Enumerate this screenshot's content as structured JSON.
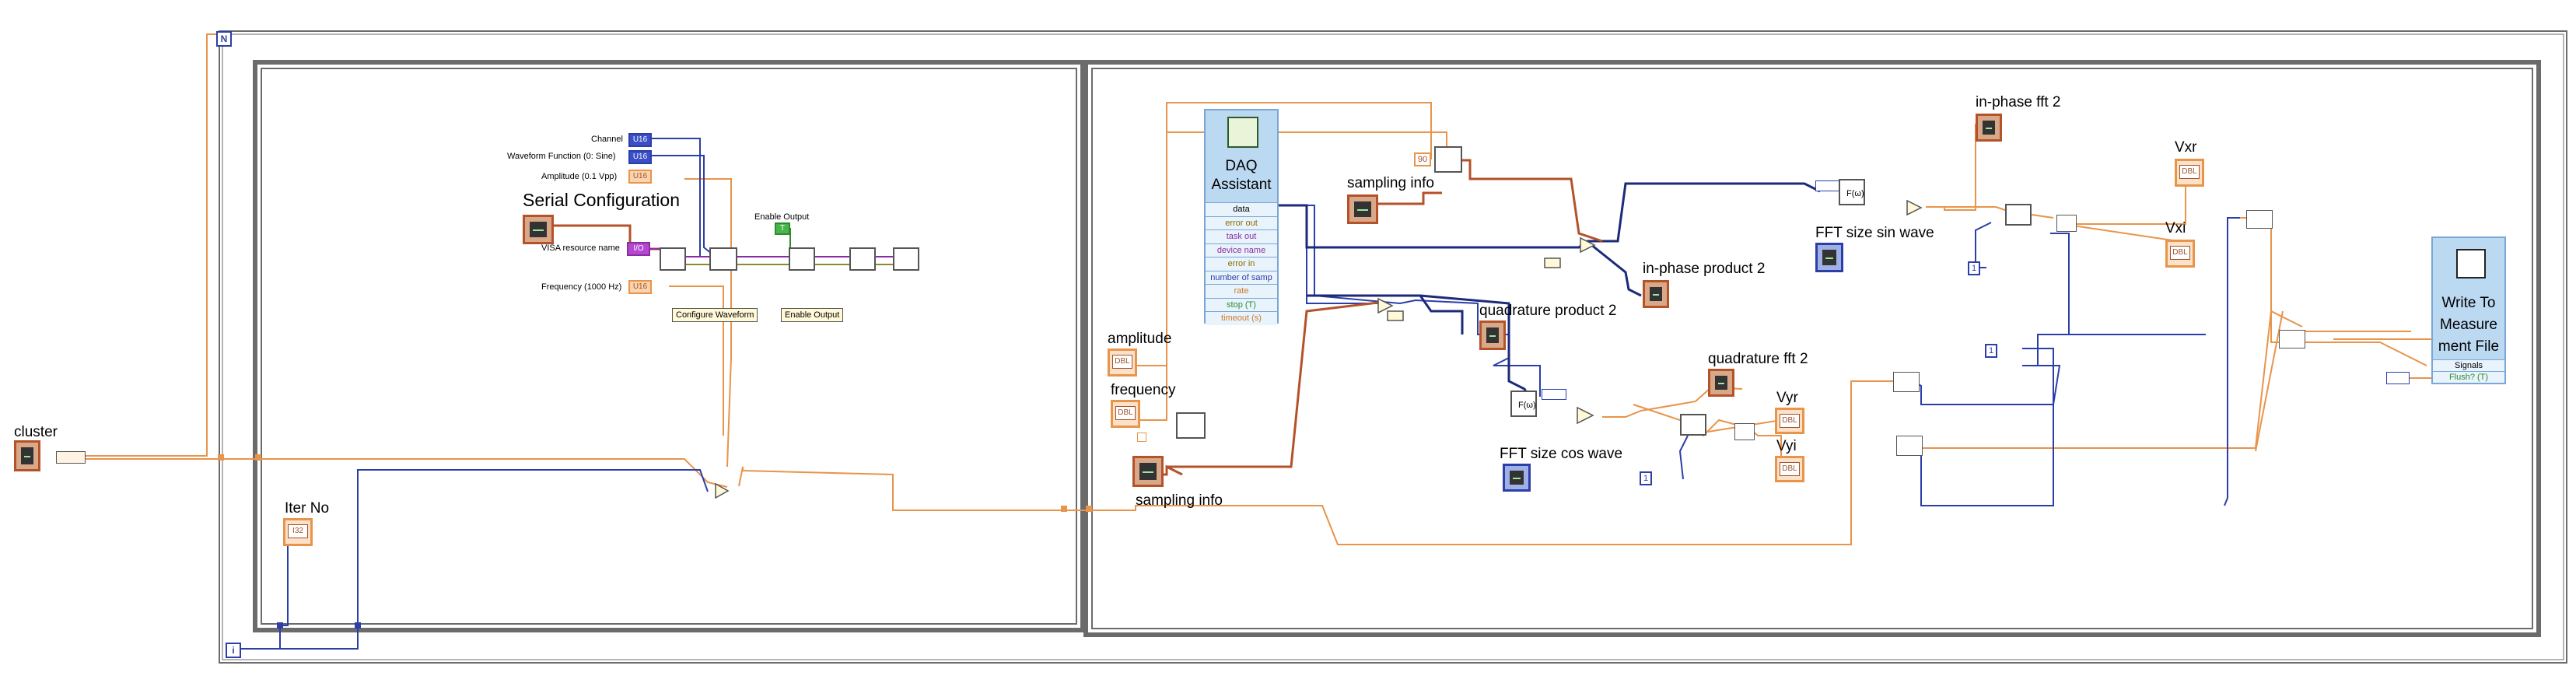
{
  "outer_loop": {
    "iteration_count_symbol": "N",
    "iteration_index_symbol": "i"
  },
  "left_panel": {
    "cluster_label": "cluster",
    "iter_no_label": "Iter No",
    "iter_no_type": "I32",
    "serial_configuration_title": "Serial Configuration",
    "channel_label": "Channel",
    "channel_value": "U16",
    "waveform_function_label": "Waveform Function (0: Sine)",
    "waveform_function_value": "U16",
    "amplitude_label": "Amplitude (0.1 Vpp)",
    "amplitude_value": "U16",
    "visa_resource_label": "VISA resource name",
    "visa_resource_value": "I/O",
    "frequency_label": "Frequency (1000 Hz)",
    "frequency_value": "U16",
    "enable_output_label": "Enable Output",
    "enable_output_value": "T",
    "configure_waveform_button": "Configure Waveform",
    "enable_output_button": "Enable Output",
    "loop_index": "i"
  },
  "right_panel": {
    "amplitude_label": "amplitude",
    "frequency_label": "frequency",
    "sampling_info_label_1": "sampling info",
    "sampling_info_label_2": "sampling info",
    "daq_title_line1": "DAQ",
    "daq_title_line2": "Assistant",
    "daq_terminals": [
      "data",
      "error out",
      "task out",
      "device name",
      "error in",
      "number of samp",
      "rate",
      "stop (T)",
      "timeout (s)"
    ],
    "constant_90": "90",
    "in_phase_product_label": "in-phase product 2",
    "quadrature_product_label": "quadrature product 2",
    "in_phase_fft_label": "in-phase fft 2",
    "quadrature_fft_label": "quadrature fft 2",
    "fft_sin_label": "FFT size sin wave",
    "fft_cos_label": "FFT size cos wave",
    "vxr_label": "Vxr",
    "vxi_label": "Vxi",
    "vyr_label": "Vyr",
    "vyi_label": "Vyi",
    "dbl_type": "DBL",
    "fft_node": "F(ω)",
    "const_1a": "1",
    "const_1b": "1",
    "const_1c": "1",
    "write_measure_line1": "Write To",
    "write_measure_line2": "Measure",
    "write_measure_line3": "ment File",
    "write_signals": "Signals",
    "write_flush": "Flush? (T)"
  },
  "colors": {
    "orange_wire": "#e8944a",
    "blue_wire": "#2c3fa8",
    "dynamic_wire": "#b4522a",
    "purple_wire": "#8a2da3",
    "green_wire": "#2e8b2e",
    "frame_gray": "#6b6b6b"
  }
}
